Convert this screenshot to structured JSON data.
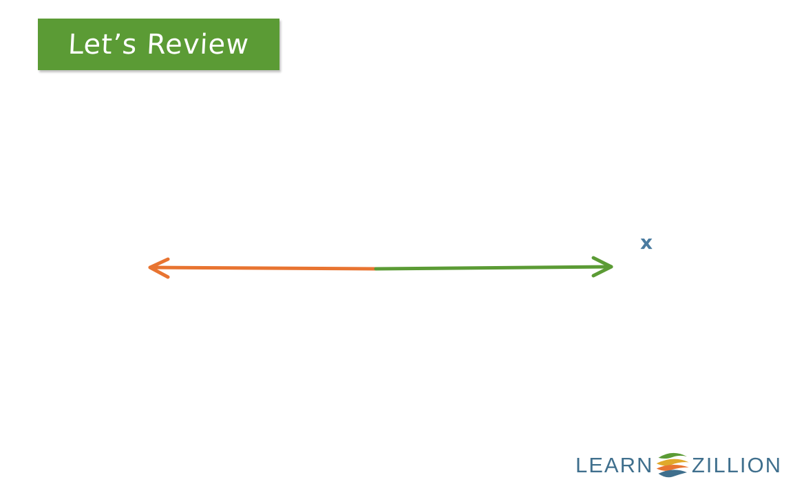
{
  "title": "Let’s Review",
  "variable_label": "x",
  "brand": {
    "left_word": "LEARN",
    "right_word": "ZILLION",
    "logo_icon": "learnzillion-globe-icon"
  },
  "number_line": {
    "left_color": "#e87431",
    "right_color": "#5b9b35",
    "split_fraction": 0.5
  },
  "colors": {
    "banner": "#5b9b35",
    "label": "#4a7ba0",
    "brand_text": "#3f6f8d",
    "logo_top": "#5b9b35",
    "logo_middle": "#e0a92b",
    "logo_bottom": "#3f6f8d",
    "logo_accent": "#e87431"
  }
}
